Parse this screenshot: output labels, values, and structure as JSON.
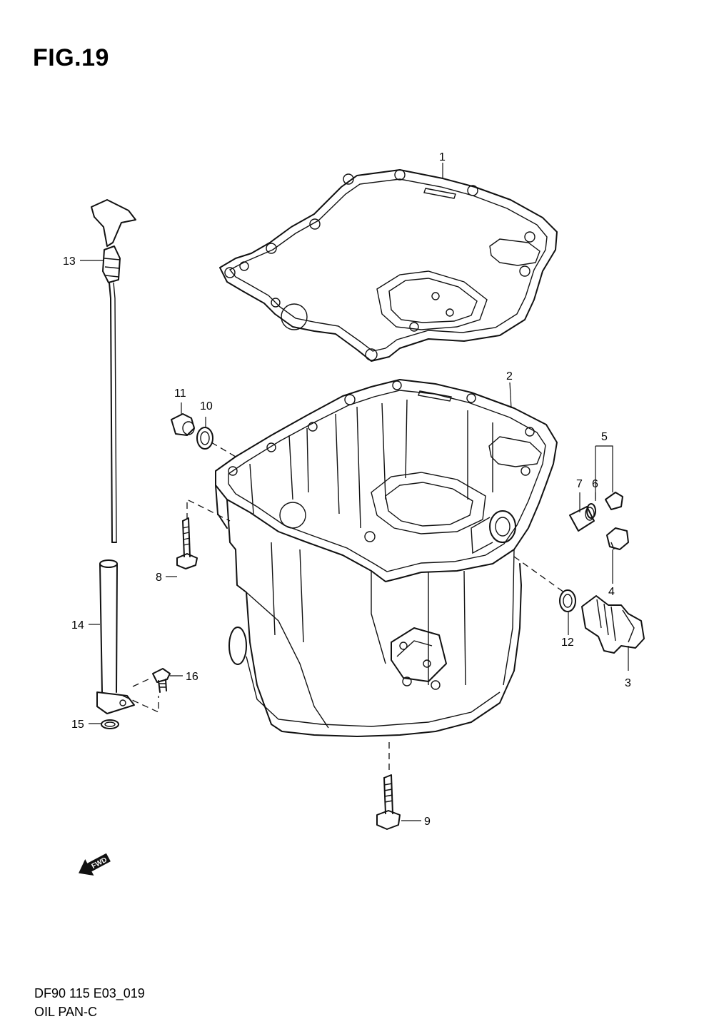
{
  "figure": {
    "title": "FIG.19"
  },
  "footer": {
    "code": "DF90 115 E03_019",
    "name": "OIL PAN-C"
  },
  "direction_badge": {
    "label": "FWD"
  },
  "callouts": [
    "1",
    "2",
    "3",
    "4",
    "5",
    "6",
    "7",
    "8",
    "9",
    "10",
    "11",
    "12",
    "13",
    "14",
    "15",
    "16"
  ]
}
